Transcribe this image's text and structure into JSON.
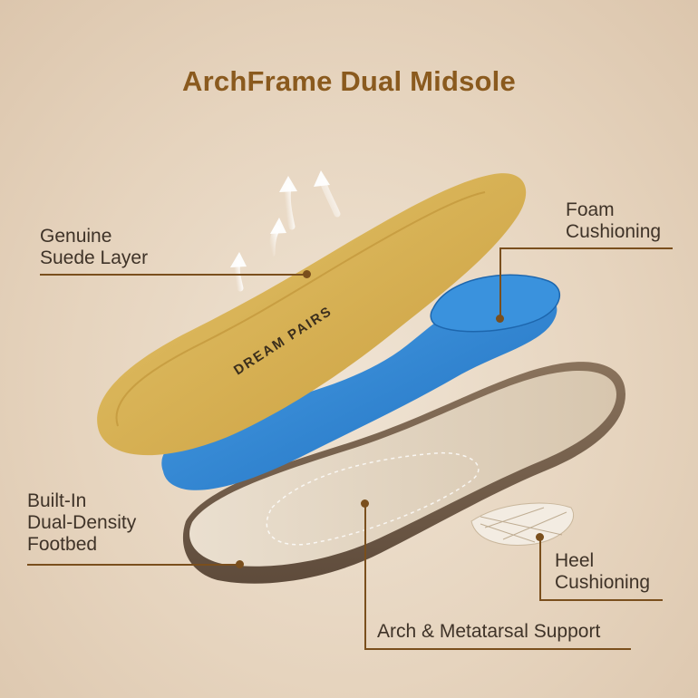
{
  "title": "ArchFrame Dual Midsole",
  "brand_text": "DREAM PAIRS",
  "labels": {
    "suede": [
      "Genuine",
      "Suede Layer"
    ],
    "foam": [
      "Foam",
      "Cushioning"
    ],
    "footbed": [
      "Built-In",
      "Dual-Density",
      "Footbed"
    ],
    "heel": [
      "Heel",
      "Cushioning"
    ],
    "arch": "Arch & Metatarsal Support"
  },
  "colors": {
    "title": "#8a5a1e",
    "leader": "#7a4f1d",
    "suede": "#d9b45a",
    "foam": "#2f86d0",
    "cork": "#7a6652",
    "footbed": "#e2d5c3"
  },
  "icons": [
    "breathability-arrow-icon"
  ]
}
